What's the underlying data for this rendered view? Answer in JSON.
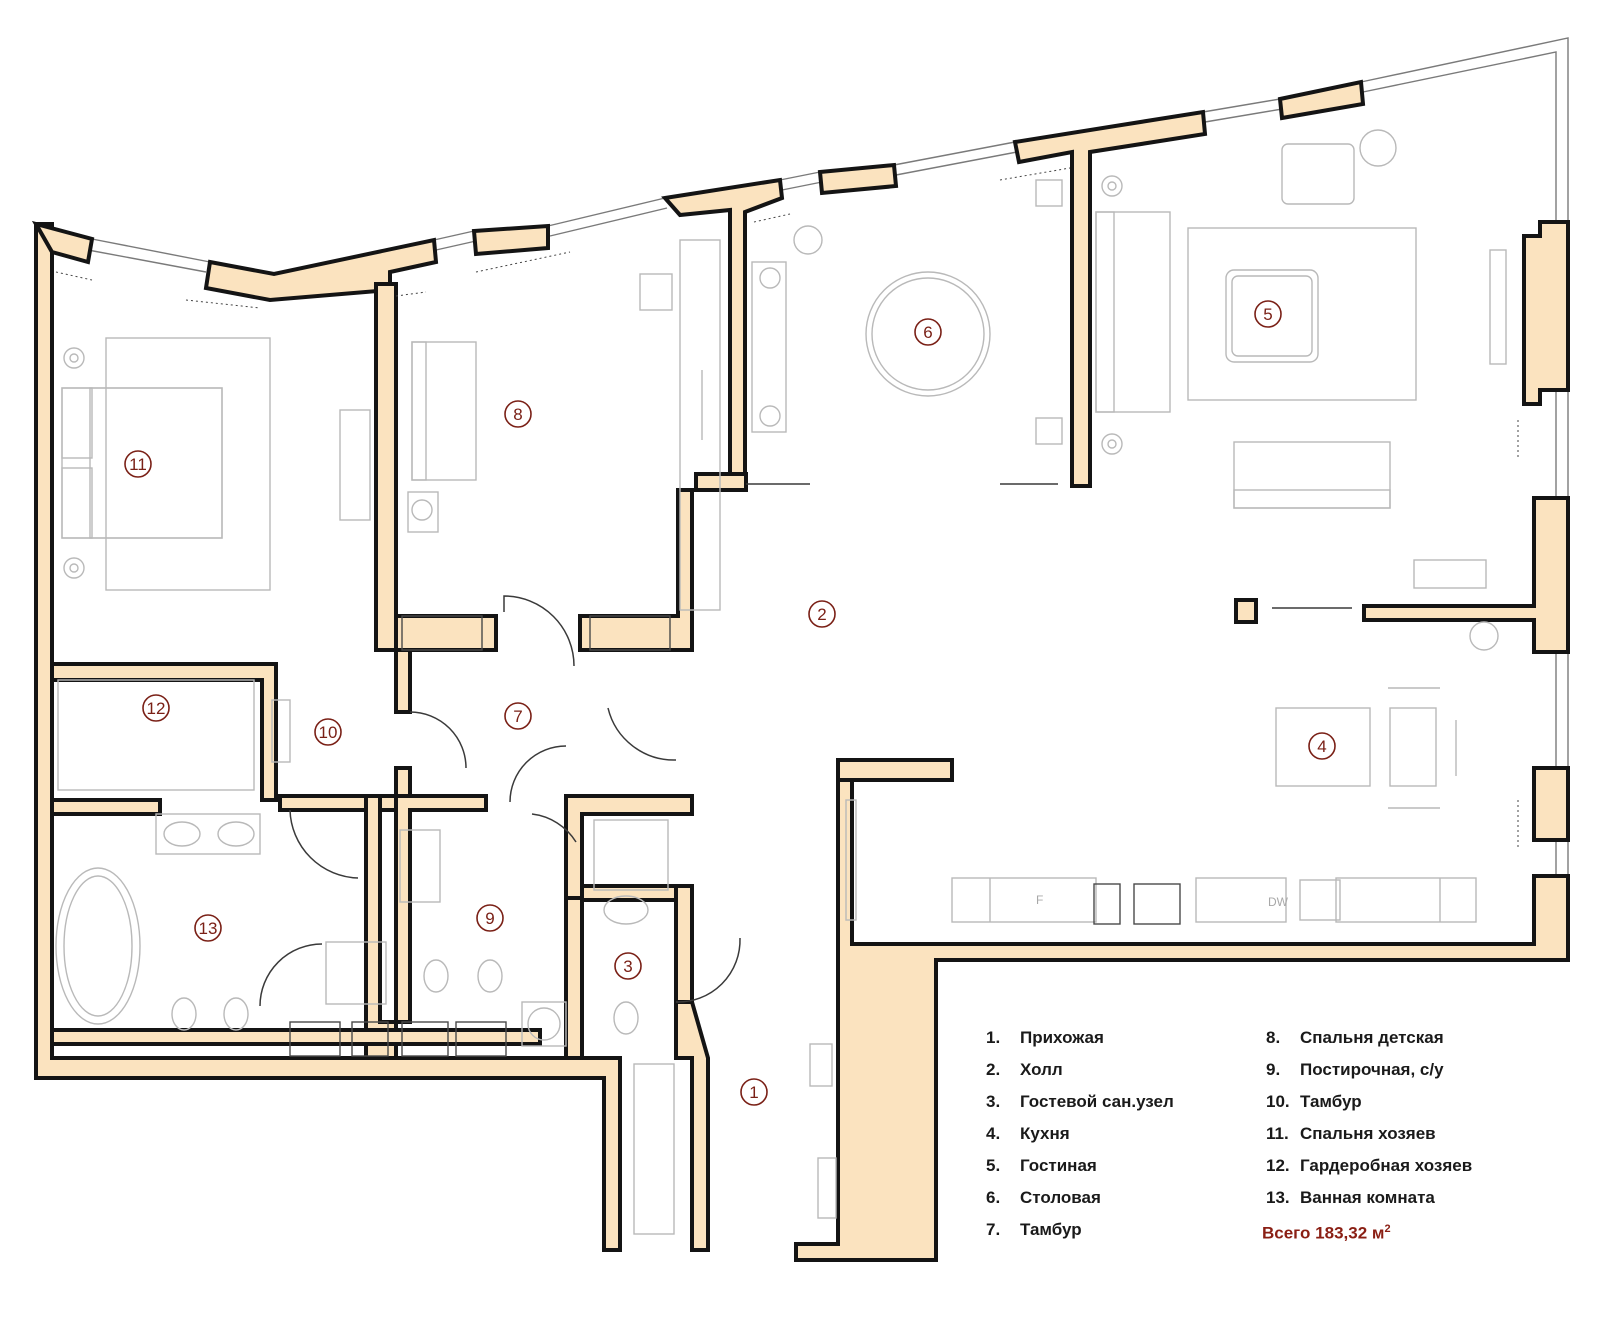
{
  "rooms": [
    {
      "id": "1",
      "name": "Прихожая"
    },
    {
      "id": "2",
      "name": "Холл"
    },
    {
      "id": "3",
      "name": "Гостевой сан.узел"
    },
    {
      "id": "4",
      "name": "Кухня"
    },
    {
      "id": "5",
      "name": "Гостиная"
    },
    {
      "id": "6",
      "name": "Столовая"
    },
    {
      "id": "7",
      "name": "Тамбур"
    },
    {
      "id": "8",
      "name": "Спальня детская"
    },
    {
      "id": "9",
      "name": "Постирочная, с/у"
    },
    {
      "id": "10",
      "name": "Тамбур"
    },
    {
      "id": "11",
      "name": "Спальня хозяев"
    },
    {
      "id": "12",
      "name": "Гардеробная хозяев"
    },
    {
      "id": "13",
      "name": "Ванная комната"
    }
  ],
  "legend_left": [
    {
      "num": "1.",
      "label": "Прихожая"
    },
    {
      "num": "2.",
      "label": "Холл"
    },
    {
      "num": "3.",
      "label": "Гостевой сан.узел"
    },
    {
      "num": "4.",
      "label": "Кухня"
    },
    {
      "num": "5.",
      "label": "Гостиная"
    },
    {
      "num": "6.",
      "label": "Столовая"
    },
    {
      "num": "7.",
      "label": "Тамбур"
    }
  ],
  "legend_right": [
    {
      "num": "8.",
      "label": "Спальня детская"
    },
    {
      "num": "9.",
      "label": "Постирочная, с/у"
    },
    {
      "num": "10.",
      "label": "Тамбур"
    },
    {
      "num": "11.",
      "label": "Спальня хозяев"
    },
    {
      "num": "12.",
      "label": "Гардеробная хозяев"
    },
    {
      "num": "13.",
      "label": "Ванная комната"
    }
  ],
  "total": {
    "prefix": "Всего",
    "value": "183,32",
    "unit": "м",
    "unit_sup": "2"
  },
  "appliance_labels": {
    "fridge": "F",
    "dishwasher": "DW"
  },
  "colors": {
    "wall_fill": "#fbe3bf",
    "wall_stroke": "#141414",
    "room_number": "#7a2016",
    "total": "#8a1f14"
  }
}
